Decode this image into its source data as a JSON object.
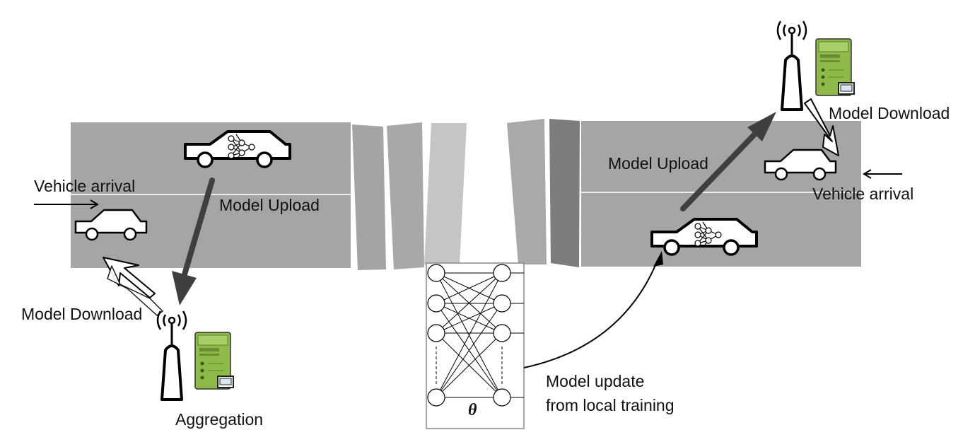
{
  "labels": {
    "vehicle_arrival_left": "Vehicle arrival",
    "model_upload_left": "Model Upload",
    "model_download_left": "Model Download",
    "aggregation": "Aggregation",
    "model_upload_right": "Model Upload",
    "model_download_right": "Model Download",
    "vehicle_arrival_right": "Vehicle arrival",
    "model_update_line1": "Model update",
    "model_update_line2": "from local training",
    "theta": "θ"
  },
  "icons": [
    "car-icon",
    "neural-network-icon",
    "antenna-tower-icon",
    "server-icon",
    "arrow-icon"
  ],
  "colors": {
    "road": "#a5a5a5",
    "road_divider": "#ededed",
    "upload_arrow": "#3f3f3f",
    "server_green": "#8fba4a"
  }
}
